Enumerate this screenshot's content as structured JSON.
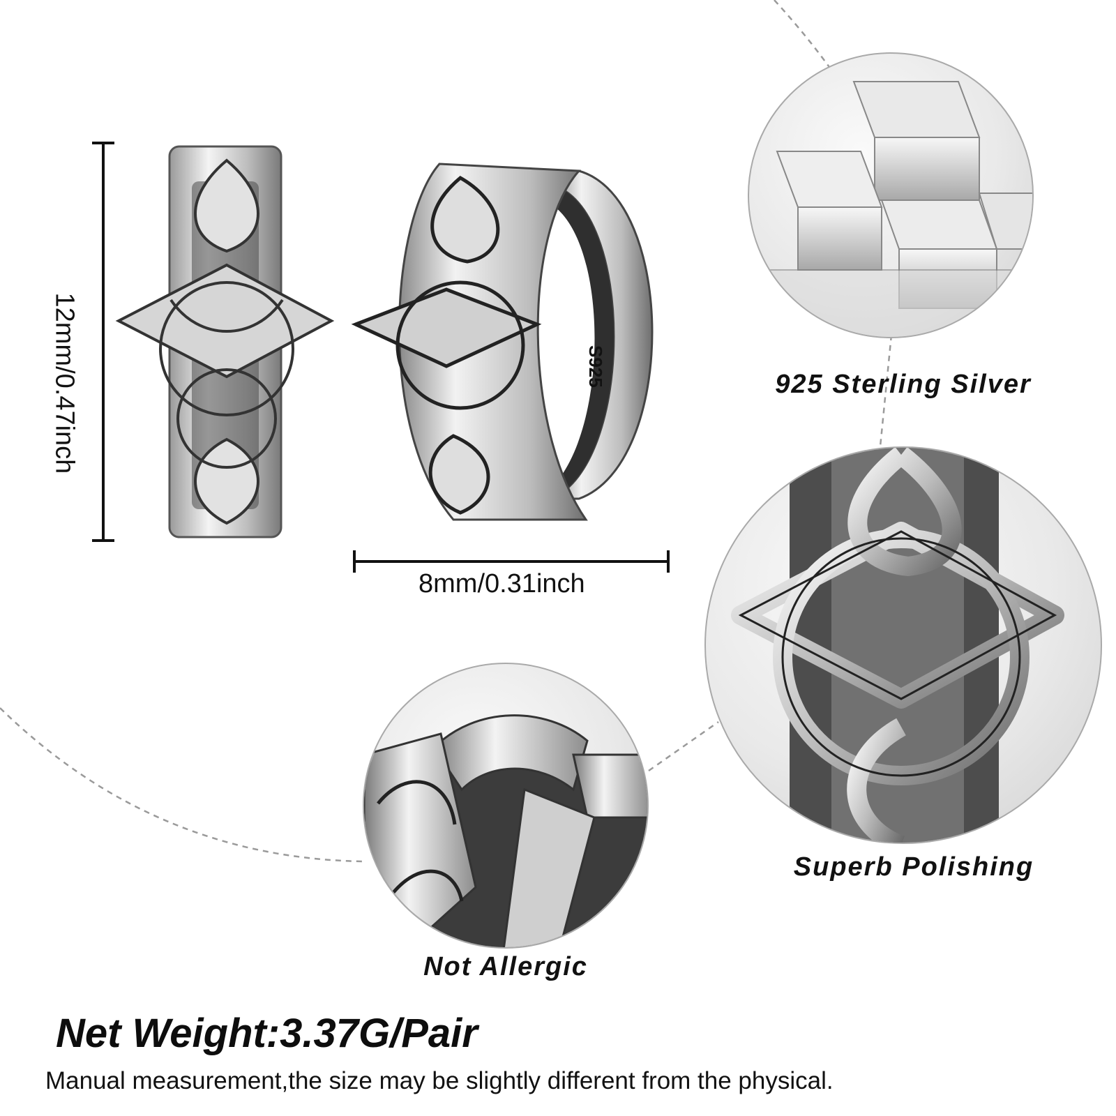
{
  "measurements": {
    "height_label": "12mm/0.47inch",
    "width_label": "8mm/0.31inch",
    "stamp": "S925"
  },
  "features": [
    {
      "caption": "925 Sterling Silver",
      "icon": "silver-bars-icon"
    },
    {
      "caption": "Superb Polishing",
      "icon": "celtic-knot-closeup-icon"
    },
    {
      "caption": "Not Allergic",
      "icon": "hinge-closeup-icon"
    }
  ],
  "weight": "Net Weight:3.37G/Pair",
  "disclaimer": "Manual measurement,the size may be slightly different from the physical.",
  "colors": {
    "silver_light": "#e8e8e8",
    "silver_mid": "#a8a8a8",
    "silver_dark": "#3a3a3a",
    "guide_line": "#9a9a9a"
  }
}
